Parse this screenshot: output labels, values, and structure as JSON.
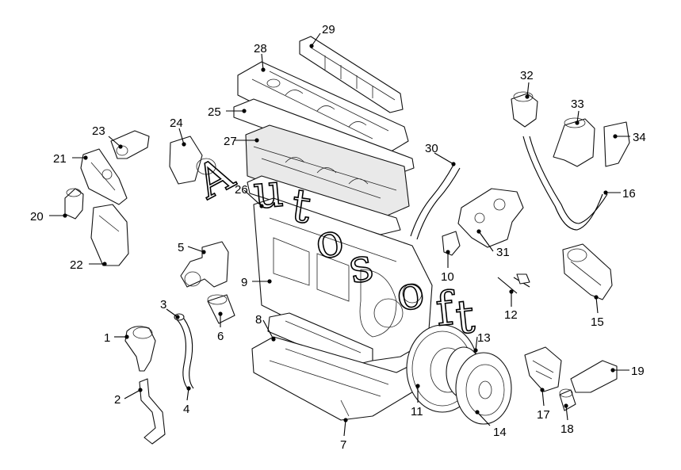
{
  "watermark": {
    "text": "Autosoft",
    "letters": [
      "A",
      "u",
      "t",
      "o",
      "s",
      "o",
      "f",
      "t"
    ]
  },
  "callouts": [
    {
      "id": "1",
      "label": "1"
    },
    {
      "id": "2",
      "label": "2"
    },
    {
      "id": "3",
      "label": "3"
    },
    {
      "id": "4",
      "label": "4"
    },
    {
      "id": "5",
      "label": "5"
    },
    {
      "id": "6",
      "label": "6"
    },
    {
      "id": "7",
      "label": "7"
    },
    {
      "id": "8",
      "label": "8"
    },
    {
      "id": "9",
      "label": "9"
    },
    {
      "id": "10",
      "label": "10"
    },
    {
      "id": "11",
      "label": "11"
    },
    {
      "id": "12",
      "label": "12"
    },
    {
      "id": "13",
      "label": "13"
    },
    {
      "id": "14",
      "label": "14"
    },
    {
      "id": "15",
      "label": "15"
    },
    {
      "id": "16",
      "label": "16"
    },
    {
      "id": "17",
      "label": "17"
    },
    {
      "id": "18",
      "label": "18"
    },
    {
      "id": "19",
      "label": "19"
    },
    {
      "id": "20",
      "label": "20"
    },
    {
      "id": "21",
      "label": "21"
    },
    {
      "id": "22",
      "label": "22"
    },
    {
      "id": "23",
      "label": "23"
    },
    {
      "id": "24",
      "label": "24"
    },
    {
      "id": "25",
      "label": "25"
    },
    {
      "id": "26",
      "label": "26"
    },
    {
      "id": "27",
      "label": "27"
    },
    {
      "id": "28",
      "label": "28"
    },
    {
      "id": "29",
      "label": "29"
    },
    {
      "id": "30",
      "label": "30"
    },
    {
      "id": "31",
      "label": "31"
    },
    {
      "id": "32",
      "label": "32"
    },
    {
      "id": "33",
      "label": "33"
    },
    {
      "id": "34",
      "label": "34"
    }
  ]
}
